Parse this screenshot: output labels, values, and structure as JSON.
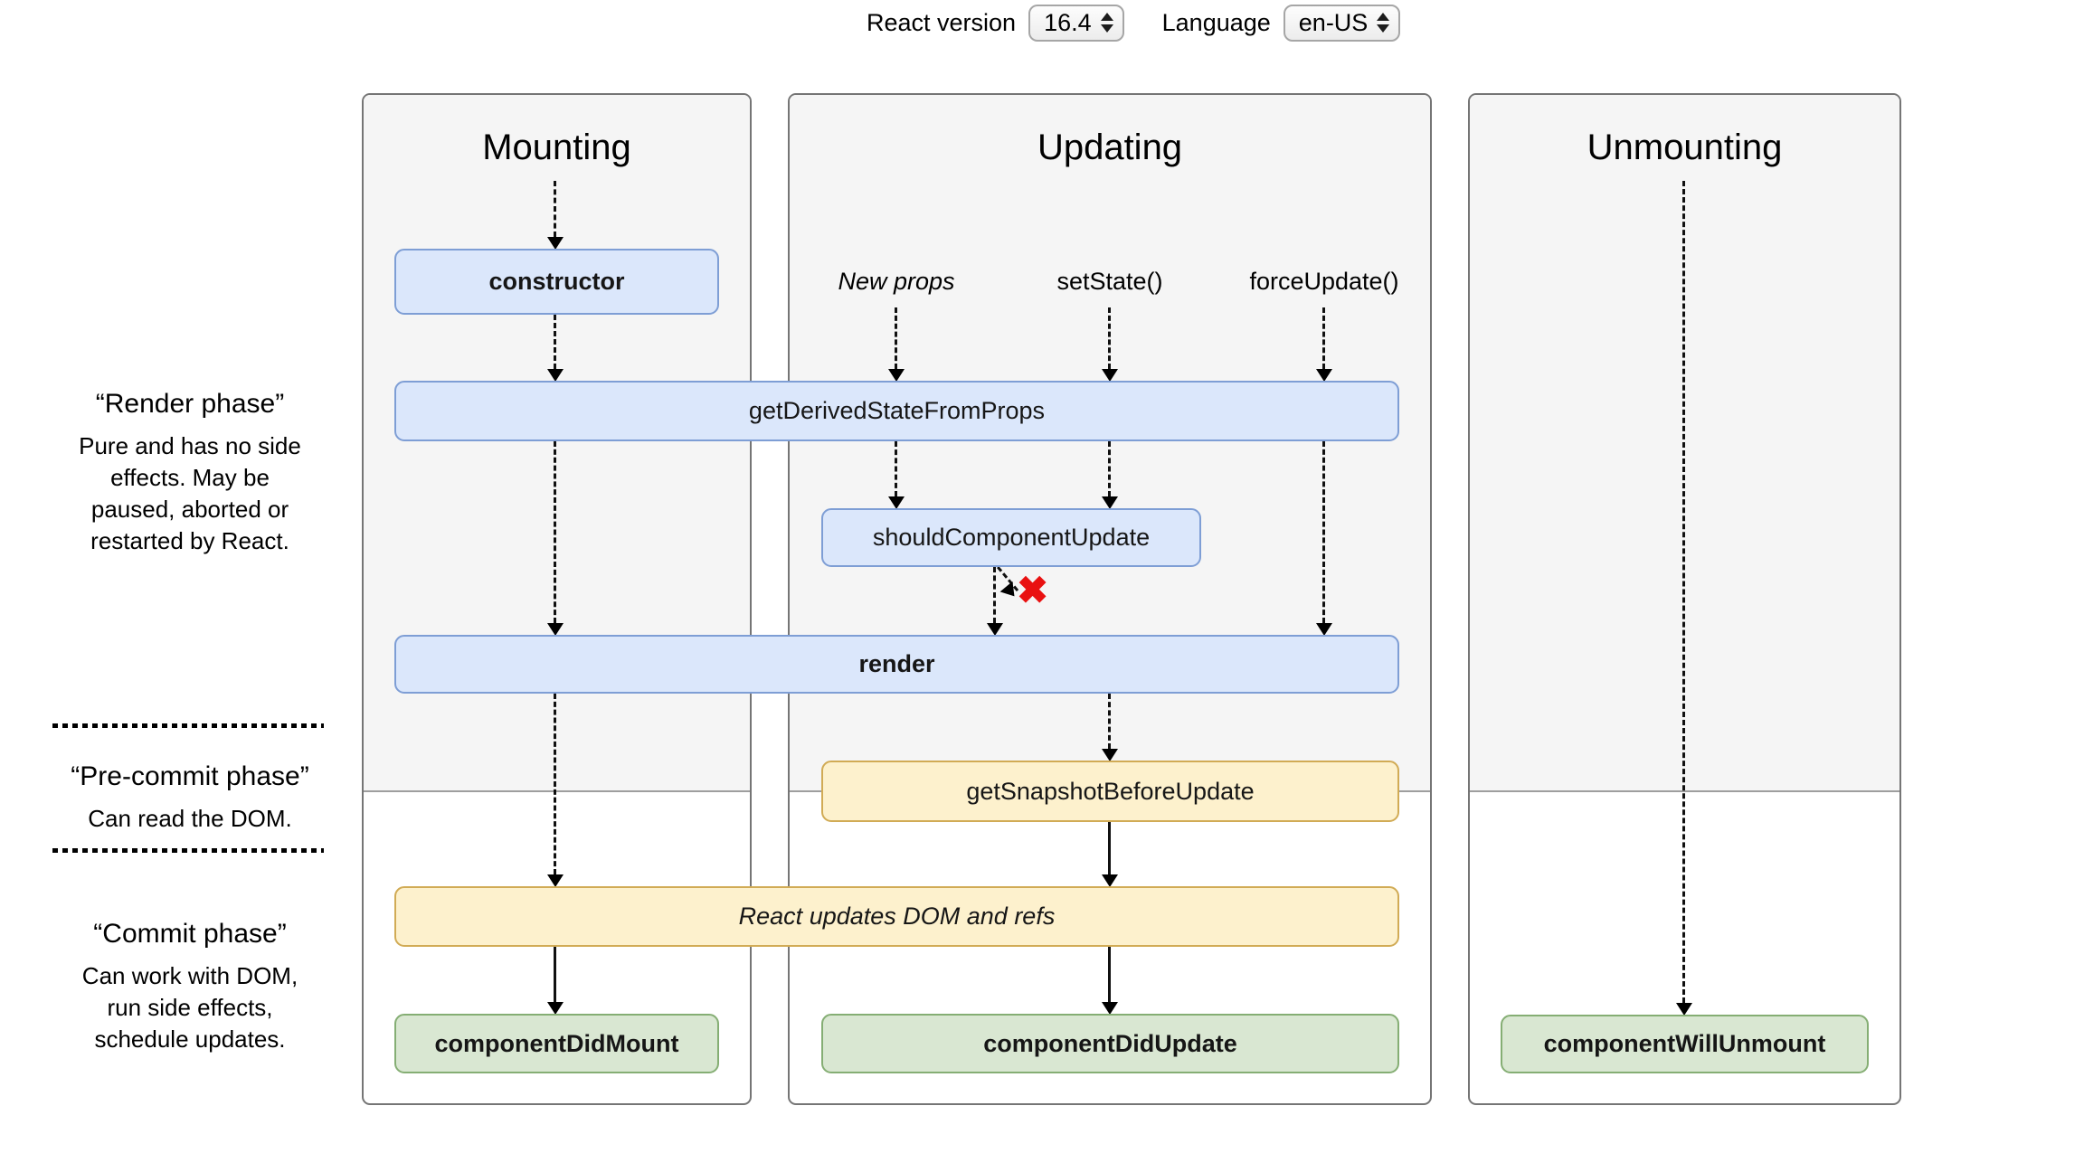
{
  "toolbar": {
    "react_version_label": "React version",
    "react_version_value": "16.4",
    "language_label": "Language",
    "language_value": "en-US"
  },
  "columns": {
    "mounting": "Mounting",
    "updating": "Updating",
    "unmounting": "Unmounting"
  },
  "phases": {
    "render": {
      "title": "“Render phase”",
      "description": "Pure and has no side effects. May be paused, aborted or restarted by React."
    },
    "pre_commit": {
      "title": "“Pre-commit phase”",
      "description": "Can read the DOM."
    },
    "commit": {
      "title": "“Commit phase”",
      "description": "Can work with DOM, run side effects, schedule updates."
    }
  },
  "triggers": {
    "new_props": "New props",
    "set_state": "setState()",
    "force_update": "forceUpdate()"
  },
  "methods": {
    "constructor": "constructor",
    "get_derived_state_from_props": "getDerivedStateFromProps",
    "should_component_update": "shouldComponentUpdate",
    "render": "render",
    "get_snapshot_before_update": "getSnapshotBeforeUpdate",
    "react_updates": "React updates DOM and refs",
    "component_did_mount": "componentDidMount",
    "component_did_update": "componentDidUpdate",
    "component_will_unmount": "componentWillUnmount"
  },
  "abort_symbol": "✖",
  "colors": {
    "method_fill": "#dbe7fb",
    "method_border": "#7e9ed5",
    "side_effect_fill": "#fdf1cd",
    "side_effect_border": "#d1ab55",
    "commit_fill": "#d9e7d2",
    "commit_border": "#85ae74",
    "phase_background": "#f5f5f5",
    "abort_x": "#e91111"
  }
}
